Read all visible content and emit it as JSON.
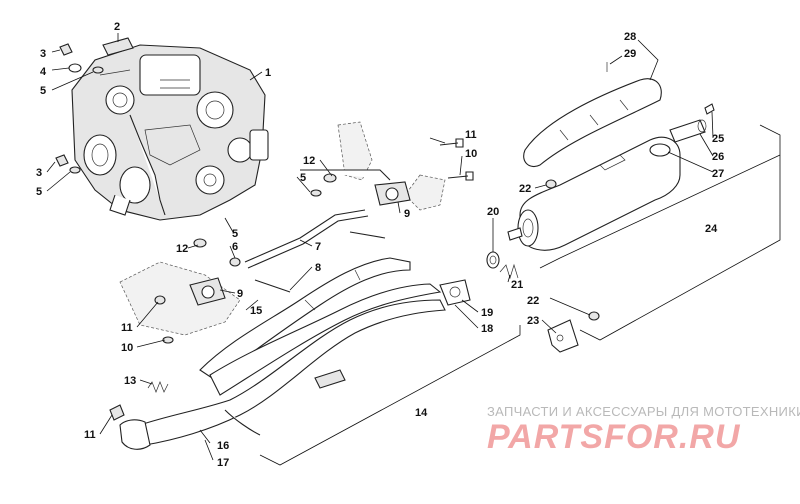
{
  "labels": [
    {
      "id": "c1",
      "text": "1"
    },
    {
      "id": "c2",
      "text": "2"
    },
    {
      "id": "c3a",
      "text": "3"
    },
    {
      "id": "c4",
      "text": "4"
    },
    {
      "id": "c5a",
      "text": "5"
    },
    {
      "id": "c3b",
      "text": "3"
    },
    {
      "id": "c5b",
      "text": "5"
    },
    {
      "id": "c5c",
      "text": "5"
    },
    {
      "id": "c5d",
      "text": "5"
    },
    {
      "id": "c6",
      "text": "6"
    },
    {
      "id": "c7",
      "text": "7"
    },
    {
      "id": "c8",
      "text": "8"
    },
    {
      "id": "c9a",
      "text": "9"
    },
    {
      "id": "c9b",
      "text": "9"
    },
    {
      "id": "c10a",
      "text": "10"
    },
    {
      "id": "c10b",
      "text": "10"
    },
    {
      "id": "c11a",
      "text": "11"
    },
    {
      "id": "c11b",
      "text": "11"
    },
    {
      "id": "c11c",
      "text": "11"
    },
    {
      "id": "c12a",
      "text": "12"
    },
    {
      "id": "c12b",
      "text": "12"
    },
    {
      "id": "c13",
      "text": "13"
    },
    {
      "id": "c14",
      "text": "14"
    },
    {
      "id": "c15",
      "text": "15"
    },
    {
      "id": "c16",
      "text": "16"
    },
    {
      "id": "c17",
      "text": "17"
    },
    {
      "id": "c18",
      "text": "18"
    },
    {
      "id": "c19",
      "text": "19"
    },
    {
      "id": "c20",
      "text": "20"
    },
    {
      "id": "c21",
      "text": "21"
    },
    {
      "id": "c22a",
      "text": "22"
    },
    {
      "id": "c22b",
      "text": "22"
    },
    {
      "id": "c23",
      "text": "23"
    },
    {
      "id": "c24",
      "text": "24"
    },
    {
      "id": "c25",
      "text": "25"
    },
    {
      "id": "c26",
      "text": "26"
    },
    {
      "id": "c27",
      "text": "27"
    },
    {
      "id": "c28",
      "text": "28"
    },
    {
      "id": "c29",
      "text": "29"
    }
  ],
  "watermark": {
    "caption": "ЗАПЧАСТИ И АКСЕССУАРЫ ДЛЯ МОТОТЕХНИКИ",
    "brand": "PARTSFOR.RU",
    "brand_color": "#f2a7a7"
  }
}
